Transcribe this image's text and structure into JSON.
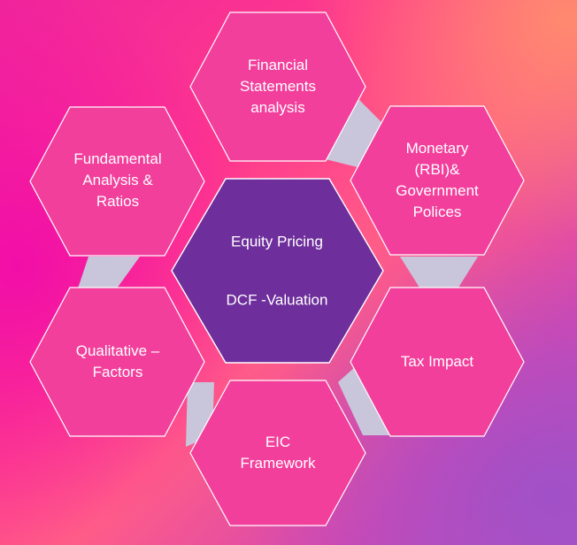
{
  "center": {
    "line1": "Equity Pricing",
    "line2": "DCF -Valuation"
  },
  "nodes": [
    {
      "key": "financial",
      "text": "Financial\nStatements\nanalysis"
    },
    {
      "key": "monetary",
      "text": "Monetary\n(RBI)&\nGovernment\nPolices"
    },
    {
      "key": "tax",
      "text": "Tax Impact"
    },
    {
      "key": "eic",
      "text": "EIC\nFramework"
    },
    {
      "key": "qualitative",
      "text": "Qualitative –\nFactors"
    },
    {
      "key": "fundamental",
      "text": "Fundamental\nAnalysis &\nRatios"
    }
  ],
  "colors": {
    "outer_hex": "#f23f9c",
    "center_hex": "#6e2f9c",
    "connector": "#c9c6dc",
    "stroke": "#ffffff"
  }
}
